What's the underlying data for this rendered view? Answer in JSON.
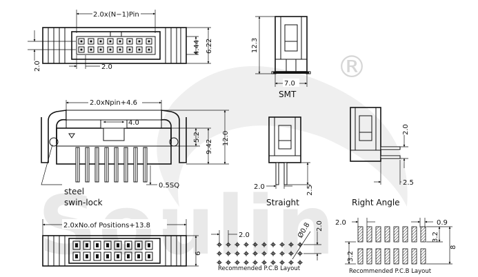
{
  "watermark": {
    "brand": "Soulin",
    "registered": "®",
    "color": "#e6e6e6"
  },
  "top_view": {
    "dim_width": "2.0x(N−1)Pin",
    "dim_height_1": "4.44",
    "dim_height_2": "6.22",
    "dim_pitch_left": "2.0",
    "dim_pitch_bottom": "2.0"
  },
  "smt_view": {
    "dim_height": "12.3",
    "dim_width": "7.0",
    "label": "SMT"
  },
  "front_view": {
    "dim_width": "2.0xNpin+4.6",
    "dim_inner": "4.0",
    "dim_h1": "5.2",
    "dim_h2": "9.42",
    "dim_h3": "12.0",
    "dim_pin": "0.5SQ",
    "callout_line1": "steel",
    "callout_line2": "swin-lock"
  },
  "straight_view": {
    "dim_pitch": "2.0",
    "dim_tail": "2.5",
    "label": "Straight"
  },
  "right_angle_view": {
    "dim_pitch": "2.0",
    "dim_tail": "2.5",
    "label": "Right Angle"
  },
  "bottom_view": {
    "dim_width": "2.0xNo.of  Positions+13.8",
    "dim_height": "6"
  },
  "pcb_layout_1": {
    "dim_pitch_x": "2.0",
    "dim_pitch_y": "2.0",
    "dim_hole": "Ø0.8",
    "label": "Recommended  P.C.B  Layout"
  },
  "pcb_layout_2": {
    "dim_pitch": "2.0",
    "dim_pad": "0.9",
    "dim_pad_h": "3.2",
    "dim_gap": "3.2",
    "dim_total": "8",
    "label": "Recommended  P.C.B  Layout"
  }
}
